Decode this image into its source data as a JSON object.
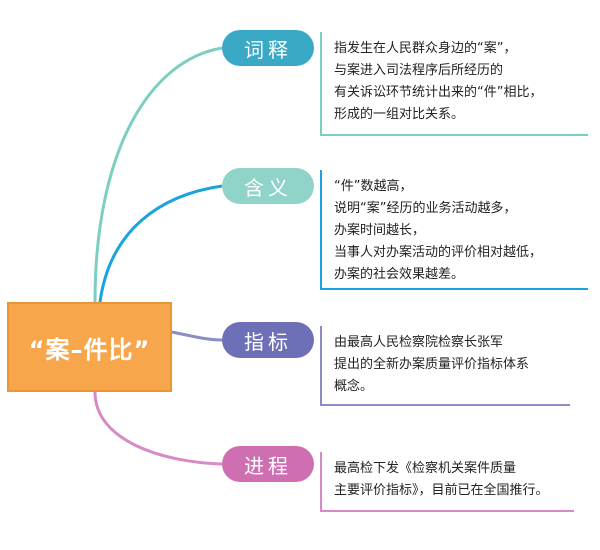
{
  "central": {
    "label": "“案–件比”",
    "color": "#f7a64c"
  },
  "branches": [
    {
      "id": "ciyi",
      "label": "词释",
      "pill_color": "#3aa9c6",
      "line_color": "#7ccfc0",
      "lines": [
        "指发生在人民群众身边的“案”，",
        "与案进入司法程序后所经历的",
        "有关诉讼环节统计出来的“件”相比，",
        "形成的一组对比关系。"
      ]
    },
    {
      "id": "hanyi",
      "label": "含义",
      "pill_color": "#8fd3c9",
      "line_color": "#1aa3dc",
      "lines": [
        "“件”数越高，",
        "说明“案”经历的业务活动越多，",
        "办案时间越长，",
        "当事人对办案活动的评价相对越低，",
        "办案的社会效果越差。"
      ]
    },
    {
      "id": "zhibiao",
      "label": "指标",
      "pill_color": "#6e70b7",
      "line_color": "#8c8cc6",
      "lines": [
        "由最高人民检察院检察长张军",
        "提出的全新办案质量评价指标体系",
        "概念。"
      ]
    },
    {
      "id": "jincheng",
      "label": "进程",
      "pill_color": "#cd6fb0",
      "line_color": "#d98ac6",
      "lines": [
        "最高检下发《检察机关案件质量",
        "主要评价指标》，目前已在全国推行。"
      ]
    }
  ]
}
